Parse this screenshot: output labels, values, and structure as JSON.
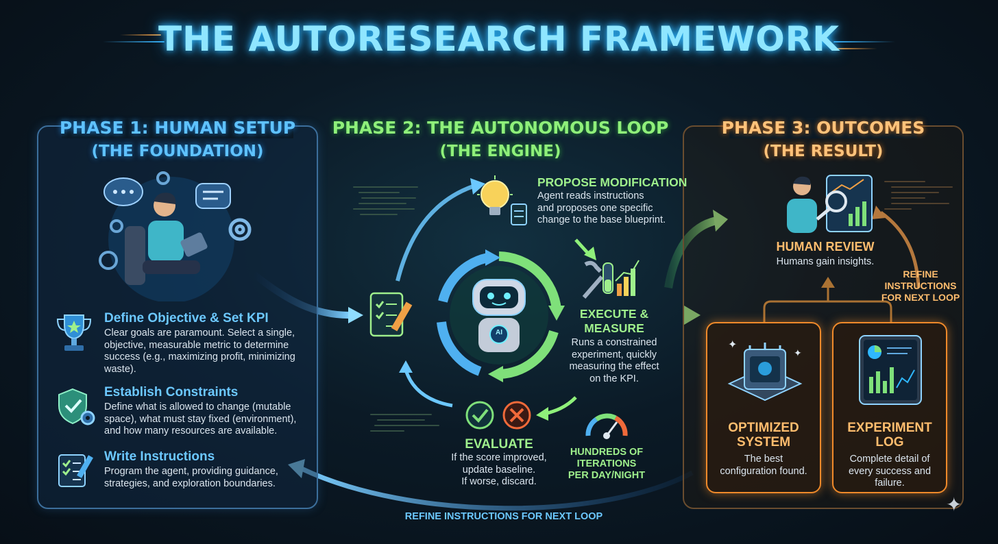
{
  "title": "THE AUTORESEARCH FRAMEWORK",
  "phase1": {
    "heading_line1": "PHASE 1: HUMAN SETUP",
    "heading_line2": "(THE FOUNDATION)",
    "items": [
      {
        "icon": "trophy-icon",
        "title": "Define Objective & Set KPI",
        "text_lines": [
          "Clear goals are paramount. Select a single,",
          "objective, measurable metric to determine",
          "success (e.g., maximizing profit, minimizing",
          "waste)."
        ]
      },
      {
        "icon": "shield-gear-icon",
        "title": "Establish Constraints",
        "text_lines": [
          "Define what is allowed to change (mutable",
          "space), what must stay fixed (environment),",
          "and how many resources are available."
        ]
      },
      {
        "icon": "checklist-pencil-icon",
        "title": "Write Instructions",
        "text_lines": [
          "Program the agent, providing guidance,",
          "strategies, and exploration boundaries."
        ]
      }
    ]
  },
  "phase2": {
    "heading_line1": "PHASE 2: THE AUTONOMOUS LOOP",
    "heading_line2": "(THE ENGINE)",
    "robot_label": "AI",
    "propose": {
      "title": "PROPOSE MODIFICATION",
      "text_lines": [
        "Agent reads instructions",
        "and proposes one specific",
        "change to the base blueprint."
      ]
    },
    "execute": {
      "title_line1": "EXECUTE &",
      "title_line2": "MEASURE",
      "text_lines": [
        "Runs a constrained",
        "experiment, quickly",
        "measuring the effect",
        "on the KPI."
      ]
    },
    "evaluate": {
      "title": "EVALUATE",
      "text_lines": [
        "If the score improved,",
        "update baseline.",
        "If worse, discard."
      ]
    },
    "iterations": {
      "text_lines": [
        "HUNDREDS OF",
        "ITERATIONS",
        "PER DAY/NIGHT"
      ]
    }
  },
  "phase3": {
    "heading_line1": "PHASE 3: OUTCOMES",
    "heading_line2": "(THE RESULT)",
    "review": {
      "title": "HUMAN REVIEW",
      "text": "Humans gain insights."
    },
    "refine_right": {
      "line1": "REFINE INSTRUCTIONS",
      "line2": "FOR NEXT LOOP"
    },
    "optimized": {
      "title_line1": "OPTIMIZED",
      "title_line2": "SYSTEM",
      "text_lines": [
        "The best",
        "configuration found."
      ]
    },
    "log": {
      "title_line1": "EXPERIMENT",
      "title_line2": "LOG",
      "text_lines": [
        "Complete detail of",
        "every success and",
        "failure."
      ]
    }
  },
  "bottom_label": "REFINE INSTRUCTIONS FOR NEXT LOOP",
  "colors": {
    "background": "#0b1a26",
    "phase1": "#5fc2ff",
    "phase2": "#8ff07a",
    "phase3": "#ffc27a",
    "accent_orange": "#f08a2a"
  }
}
